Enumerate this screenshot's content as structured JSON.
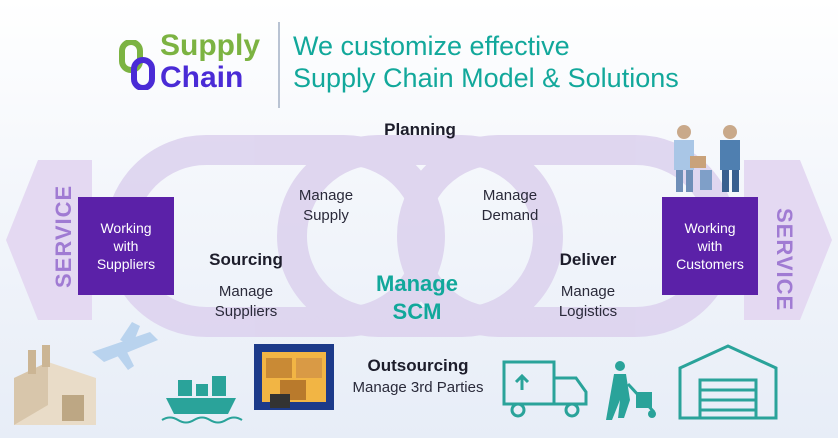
{
  "logo": {
    "word1": "Supply",
    "word2": "Chain"
  },
  "headline": {
    "line1": "We customize effective",
    "line2": "Supply Chain Model & Solutions"
  },
  "service": {
    "left": "SERVICE",
    "right": "SERVICE"
  },
  "boxes": {
    "left": [
      "Working",
      "with",
      "Suppliers"
    ],
    "right": [
      "Working",
      "with",
      "Customers"
    ]
  },
  "labels": {
    "planning": "Planning",
    "manage_supply": [
      "Manage",
      "Supply"
    ],
    "manage_demand": [
      "Manage",
      "Demand"
    ],
    "sourcing": "Sourcing",
    "manage_suppliers": [
      "Manage",
      "Suppliers"
    ],
    "deliver": "Deliver",
    "manage_logistics": [
      "Manage",
      "Logistics"
    ],
    "manage_scm": [
      "Manage",
      "SCM"
    ],
    "outsourcing": "Outsourcing",
    "manage_3rd": "Manage 3rd Parties"
  },
  "colors": {
    "accent_teal": "#12a89b",
    "purple": "#5b21a8",
    "logo_green": "#7cb342",
    "logo_blue": "#4a2bd6",
    "loop": "#ddd3ee",
    "service_arrow": "#e4d9f2"
  }
}
